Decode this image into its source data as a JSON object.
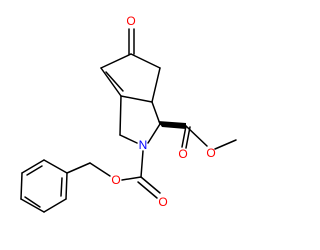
{
  "molecule": {
    "atoms": {
      "ketone_oxygen": {
        "symbol": "O",
        "color": "#ff0000"
      },
      "ring_nitrogen": {
        "symbol": "N",
        "color": "#0000ff"
      },
      "ester_carbonyl_oxygen": {
        "symbol": "O",
        "color": "#ff0000"
      },
      "ester_ether_oxygen": {
        "symbol": "O",
        "color": "#ff0000"
      },
      "carbamate_ether_oxygen": {
        "symbol": "O",
        "color": "#ff0000"
      },
      "carbamate_carbonyl_oxygen": {
        "symbol": "O",
        "color": "#ff0000"
      }
    },
    "bond_color": "#000000"
  }
}
